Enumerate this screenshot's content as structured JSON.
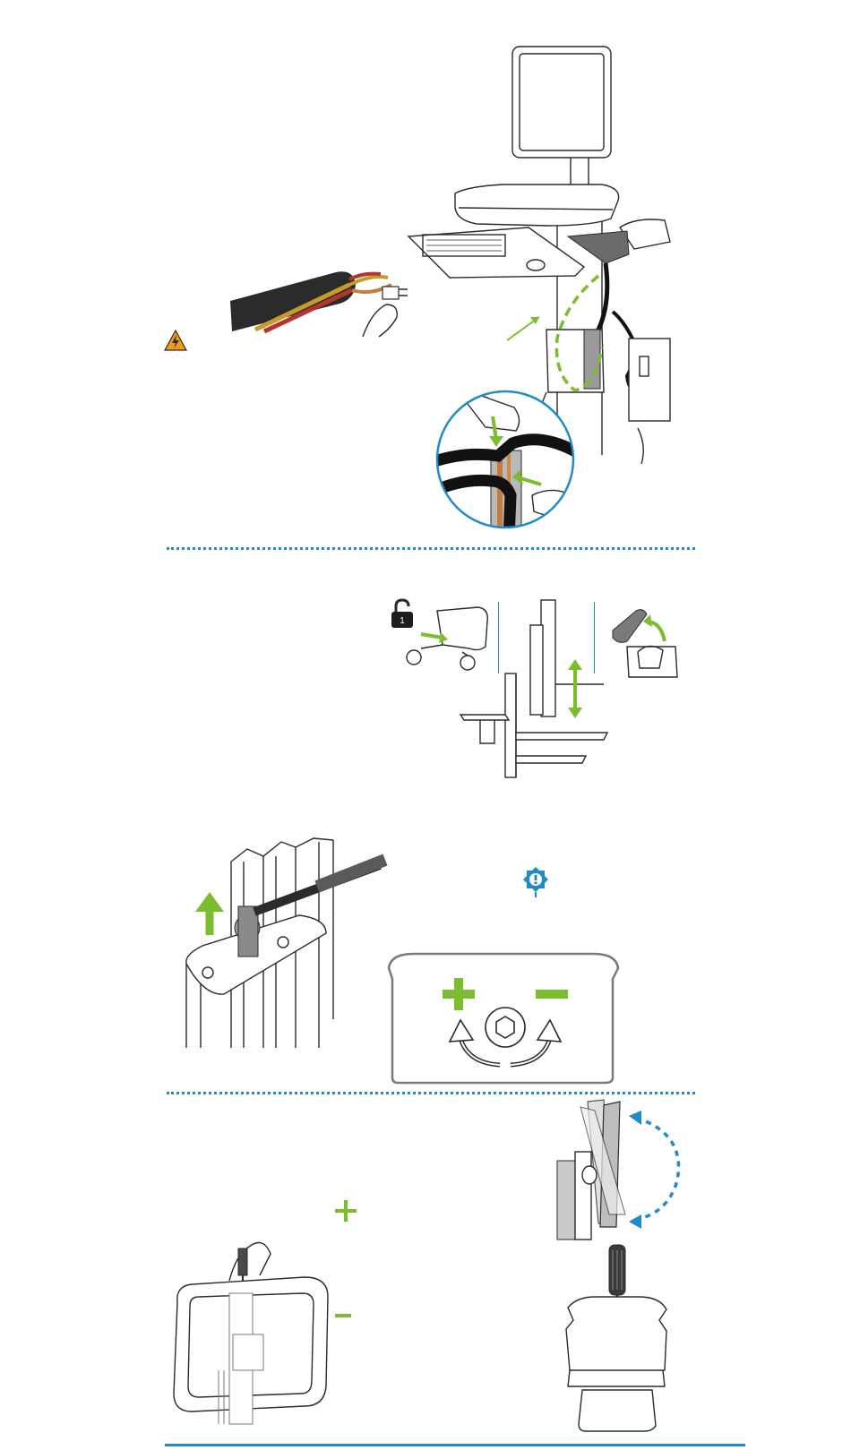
{
  "colors": {
    "accent_green": "#7cbc2f",
    "accent_blue": "#1f8bc9",
    "warning_orange": "#f39a1e",
    "line_dark": "#2b2b2b"
  },
  "icons": {
    "warning": "electrical-hazard-icon",
    "lock": "padlock-icon",
    "note": "information-icon"
  },
  "panels": [
    "cable-routing",
    "height-adjustment",
    "tension-adjustment",
    "monitor-tilt-adjustment"
  ]
}
